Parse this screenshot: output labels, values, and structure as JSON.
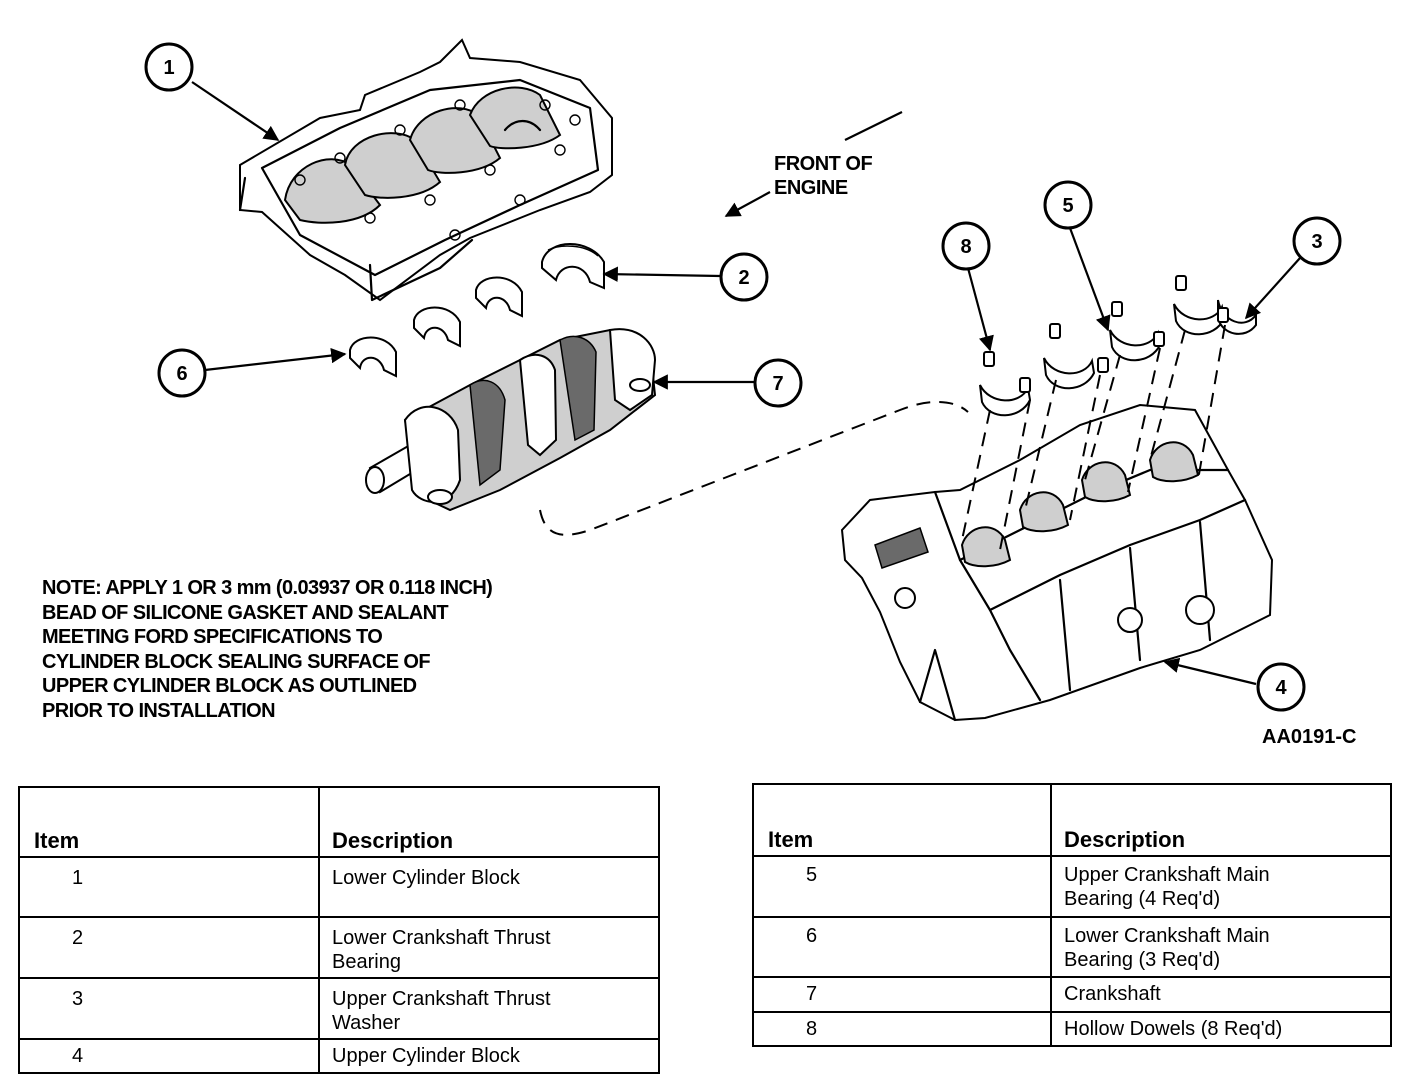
{
  "callouts": [
    "1",
    "2",
    "3",
    "4",
    "5",
    "6",
    "7",
    "8"
  ],
  "front_label": [
    "FRONT OF",
    "ENGINE"
  ],
  "note_lines": [
    "NOTE: APPLY 1 OR 3 mm (0.03937 OR 0.118 INCH)",
    "BEAD OF SILICONE GASKET AND SEALANT",
    "MEETING  FORD SPECIFICATIONS TO",
    "CYLINDER BLOCK SEALING SURFACE OF",
    "UPPER CYLINDER BLOCK AS OUTLINED",
    "PRIOR TO INSTALLATION"
  ],
  "figure_id": "AA0191-C",
  "legend_left": {
    "header": {
      "item": "Item",
      "description": "Description"
    },
    "rows": [
      {
        "item": "1",
        "description": [
          "Lower Cylinder Block"
        ]
      },
      {
        "item": "2",
        "description": [
          "Lower Crankshaft Thrust",
          "Bearing"
        ]
      },
      {
        "item": "3",
        "description": [
          "Upper Crankshaft Thrust",
          "Washer"
        ]
      },
      {
        "item": "4",
        "description": [
          "Upper Cylinder Block"
        ]
      }
    ]
  },
  "legend_right": {
    "header": {
      "item": "Item",
      "description": "Description"
    },
    "rows": [
      {
        "item": "5",
        "description": [
          "Upper Crankshaft Main",
          "Bearing (4 Req'd)"
        ]
      },
      {
        "item": "6",
        "description": [
          "Lower Crankshaft Main",
          "Bearing (3 Req'd)"
        ]
      },
      {
        "item": "7",
        "description": [
          "Crankshaft"
        ]
      },
      {
        "item": "8",
        "description": [
          "Hollow Dowels (8 Req'd)"
        ]
      }
    ]
  }
}
